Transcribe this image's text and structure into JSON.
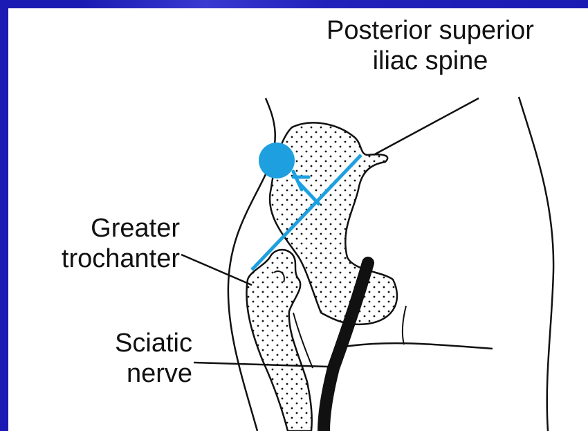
{
  "labels": {
    "psis_line1": "Posterior superior",
    "psis_line2": "iliac spine",
    "gt_line1": "Greater",
    "gt_line2": "trochanter",
    "sciatic_line1": "Sciatic",
    "sciatic_line2": "nerve"
  },
  "colors": {
    "slide_background": "#1b1bb3",
    "panel": "#ffffff",
    "ink": "#111111",
    "marker_blue": "#1ea0e0"
  }
}
